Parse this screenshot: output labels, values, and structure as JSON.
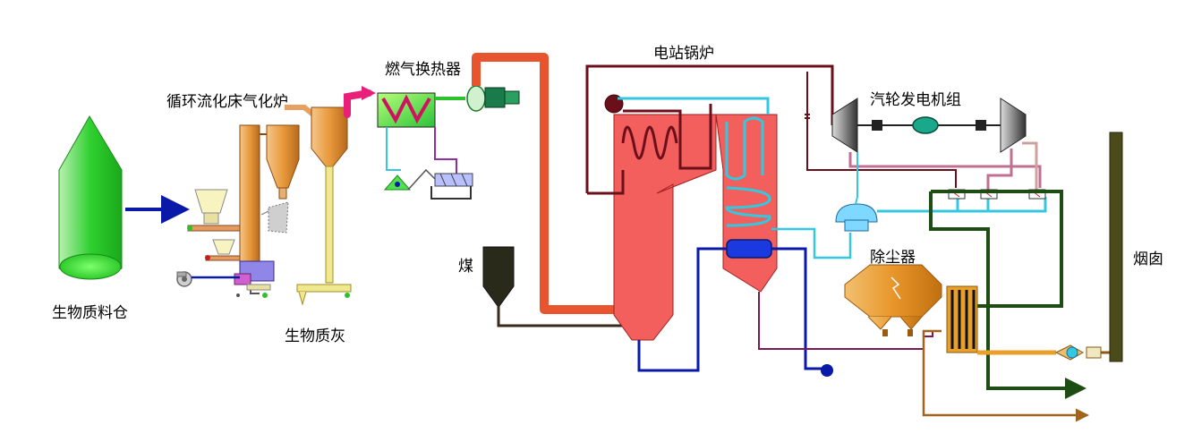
{
  "labels": {
    "biomass_silo": "生物质料仓",
    "cfb_gasifier": "循环流化床气化炉",
    "gas_heat_exchanger": "燃气换热器",
    "power_boiler": "电站锅炉",
    "turbine_generator": "汽轮发电机组",
    "coal": "煤",
    "biomass_ash": "生物质灰",
    "dust_collector": "除尘器",
    "chimney": "烟囱"
  },
  "colors": {
    "boiler": "#f25f5c",
    "flue_gas": "#e8542e",
    "gas_pipe": "#e8207a",
    "steam_main": "#6b0f1a",
    "water_line": "#0a1aa8",
    "cyan_line": "#33c8e0",
    "dark_green": "#1e4d14",
    "flue_orange": "#e8a02a",
    "chimney": "#4a4a1a",
    "gasifier": "#e9a14a",
    "silo": "#3ccf3c"
  }
}
